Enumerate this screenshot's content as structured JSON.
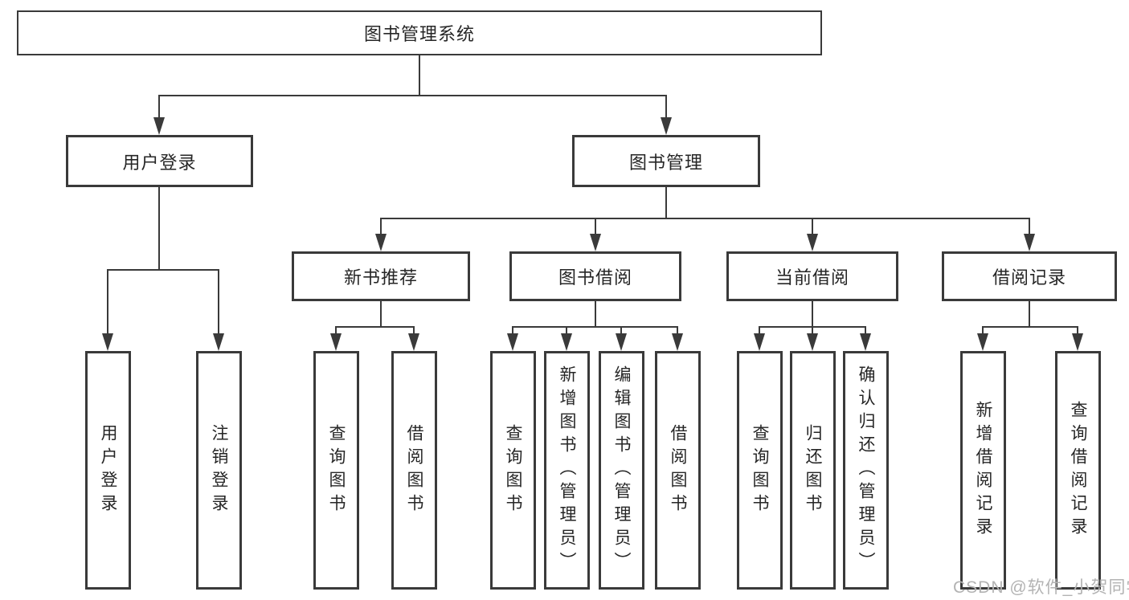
{
  "diagram": {
    "root": "图书管理系统",
    "level2": [
      "用户登录",
      "图书管理"
    ],
    "level3": [
      "新书推荐",
      "图书借阅",
      "当前借阅",
      "借阅记录"
    ],
    "leaves_login": [
      "用户登录",
      "注销登录"
    ],
    "leaves_newbook": [
      "查询图书",
      "借阅图书"
    ],
    "leaves_borrow": [
      "查询图书",
      "新增图书（管理员）",
      "编辑图书（管理员）",
      "借阅图书"
    ],
    "leaves_current": [
      "查询图书",
      "归还图书",
      "确认归还（管理员）"
    ],
    "leaves_records": [
      "新增借阅记录",
      "查询借阅记录"
    ],
    "colors": {
      "line": "#3a3a3a",
      "text": "#262626",
      "background": "#ffffff",
      "watermark": "#b3b3b3"
    }
  },
  "watermark": "CSDN @软件_小贺同学"
}
